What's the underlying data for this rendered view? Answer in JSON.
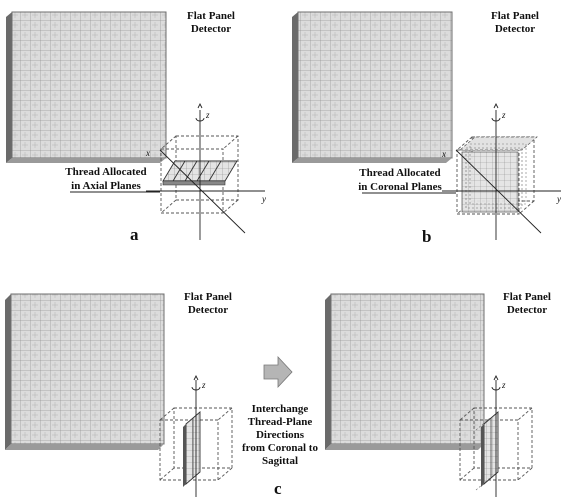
{
  "panels": {
    "a": {
      "letter": "a",
      "detector_label": [
        "Flat Panel",
        "Detector"
      ],
      "thread_label": [
        "Thread Allocated",
        "in Axial Planes"
      ],
      "axes": {
        "x": "x",
        "y": "y",
        "z": "z"
      }
    },
    "b": {
      "letter": "b",
      "detector_label": [
        "Flat Panel",
        "Detector"
      ],
      "thread_label": [
        "Thread Allocated",
        "in Coronal Planes"
      ],
      "axes": {
        "x": "x",
        "y": "y",
        "z": "z"
      }
    },
    "c": {
      "letter": "c",
      "left": {
        "detector_label": [
          "Flat Panel",
          "Detector"
        ],
        "axes": {
          "z": "z"
        }
      },
      "right": {
        "detector_label": [
          "Flat Panel",
          "Detector"
        ],
        "axes": {
          "z": "z"
        }
      },
      "transition_label": [
        "Interchange",
        "Thread-Plane",
        "Directions",
        "from Coronal to",
        "Sagittal"
      ]
    }
  },
  "colors": {
    "panel_face": "#d9d9d9",
    "panel_grid": "#8f8f8f",
    "panel_edge": "#6a6a6a",
    "arrow_fill": "#b5b5b5"
  }
}
